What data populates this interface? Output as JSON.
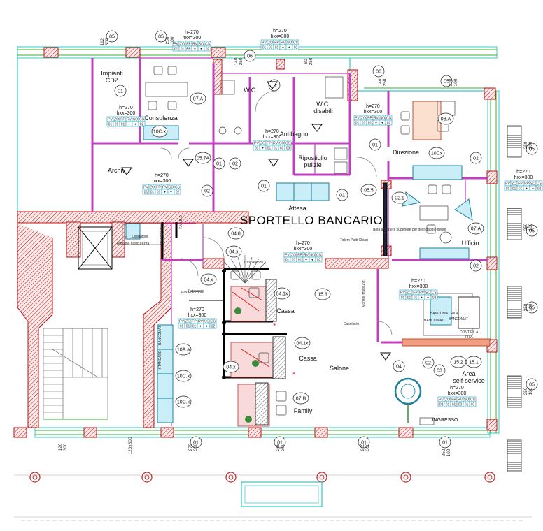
{
  "title": "SPORTELLO BANCARIO",
  "table_headers": [
    "PV",
    "ZO",
    "FP",
    "RV",
    "SO",
    "CS"
  ],
  "rooms": [
    {
      "id": "impianti",
      "lines": [
        "Impianti",
        "CDZ"
      ]
    },
    {
      "id": "consulenza",
      "lines": [
        "Consulenza"
      ]
    },
    {
      "id": "archivio",
      "lines": [
        "Archivio"
      ]
    },
    {
      "id": "wc",
      "lines": [
        "W.C."
      ]
    },
    {
      "id": "antibagno",
      "lines": [
        "Antibagno"
      ]
    },
    {
      "id": "wc-disabili",
      "lines": [
        "W.C.",
        "disabili"
      ]
    },
    {
      "id": "ripostiglio",
      "lines": [
        "Ripostiglio",
        "pulizie"
      ]
    },
    {
      "id": "direzione",
      "lines": [
        "Direzione"
      ]
    },
    {
      "id": "attesa",
      "lines": [
        "Attesa"
      ]
    },
    {
      "id": "ufficio",
      "lines": [
        "Ufficio"
      ]
    },
    {
      "id": "cassa1",
      "lines": [
        "Cassa"
      ]
    },
    {
      "id": "cassa2",
      "lines": [
        "Cassa"
      ]
    },
    {
      "id": "salone",
      "lines": [
        "Salone"
      ]
    },
    {
      "id": "family",
      "lines": [
        "Family"
      ]
    },
    {
      "id": "area-self",
      "lines": [
        "Area",
        "self-service"
      ]
    },
    {
      "id": "ingresso",
      "lines": [
        "INGRESSO"
      ]
    }
  ],
  "room_specs": [
    {
      "h": "h=270",
      "hxx": "hxx=300",
      "row": [
        "01",
        "01",
        "FP",
        "✦",
        "✦",
        "02"
      ]
    },
    {
      "h": "h=270",
      "hxx": "hxx=300",
      "row": [
        "01",
        "03",
        "01",
        "✦",
        "✦",
        "02"
      ]
    },
    {
      "h": "h=270",
      "hxx": "hxx=300",
      "row": [
        "01",
        "01",
        "01",
        "✦",
        "✦",
        "02"
      ]
    },
    {
      "h": "h=270",
      "hxx": "hxx=300",
      "row": [
        "01",
        "01",
        "01",
        "✦",
        "✦",
        "02"
      ]
    },
    {
      "h": "h=270",
      "hxx": "hxx=300",
      "row": [
        "03",
        "✦",
        "01",
        "01",
        "03",
        "03"
      ]
    },
    {
      "h": "h=270",
      "hxx": "hxx=300",
      "row": [
        "03",
        "✦",
        "01",
        "01",
        "03",
        "03"
      ]
    },
    {
      "h": "h=270",
      "hxx": "hxx=300",
      "row": [
        "01",
        "01",
        "01",
        "✦",
        "✦",
        "02"
      ]
    },
    {
      "h": "h=270",
      "hxx": "hxx=300",
      "row": [
        "01",
        "01",
        "01",
        "✦",
        "✦",
        "02"
      ]
    },
    {
      "h": "h=270",
      "hxx": "hxx=300",
      "row": [
        "01",
        "01",
        "01",
        "✦",
        "✦",
        "02"
      ]
    },
    {
      "h": "h=270",
      "hxx": "hxx=300",
      "row": [
        "01",
        "01",
        "01",
        "✦",
        "✦",
        "02"
      ]
    },
    {
      "h": "h=270",
      "hxx": "hxx=300",
      "row": [
        "01",
        "01",
        "01",
        "✦",
        "✦",
        "02"
      ]
    },
    {
      "h": "h=270",
      "hxx": "hxx=300",
      "row": [
        "02",
        "01",
        "01",
        "02",
        "01",
        "02"
      ]
    }
  ],
  "tags": [
    "05",
    "05",
    "06",
    "01",
    "02",
    "07.A",
    "10C.x",
    "05.7A",
    "01",
    "02",
    "01",
    "02",
    "01",
    "02",
    "06",
    "05",
    "08.A",
    "10Cx",
    "01",
    "05.5",
    "02.1",
    "07.A",
    "02",
    "04.8",
    "04.x",
    "04.x",
    "04.1x",
    "04.1x",
    "04.x",
    "10A.a",
    "10C.x",
    "10C.x",
    "07.B",
    "15.3",
    "04",
    "03",
    "15.2",
    "15.1",
    "05",
    "05",
    "05",
    "05",
    "01",
    "01",
    "01",
    "01",
    "02"
  ],
  "dims": [
    "250\n100",
    "112\n300",
    "140\n250",
    "80\n250",
    "140\n250",
    "220\n100",
    "250\n100",
    "250\n100",
    "250\n100",
    "250\n100",
    "120\n300",
    "275\n300",
    "265\n300",
    "265\n300",
    "250\n100",
    "120x300"
  ],
  "misc": [
    "Cigaratore",
    "Armadio di sicurezza",
    "Fotocopie",
    "Trasparenza",
    "Totem Patti Chiari",
    "Monitor Multifunz.",
    "Casellario",
    "Nota accedere superiore per decodaggio dente",
    "BANCOMAT",
    "BANCOMAT",
    "BANCOMAT RILA",
    "CONT RILA",
    "RILA",
    "BANCOMAT",
    "STANDARD",
    "Fax Fotocopie",
    "FAR B S",
    "BOX/Q ST"
  ]
}
